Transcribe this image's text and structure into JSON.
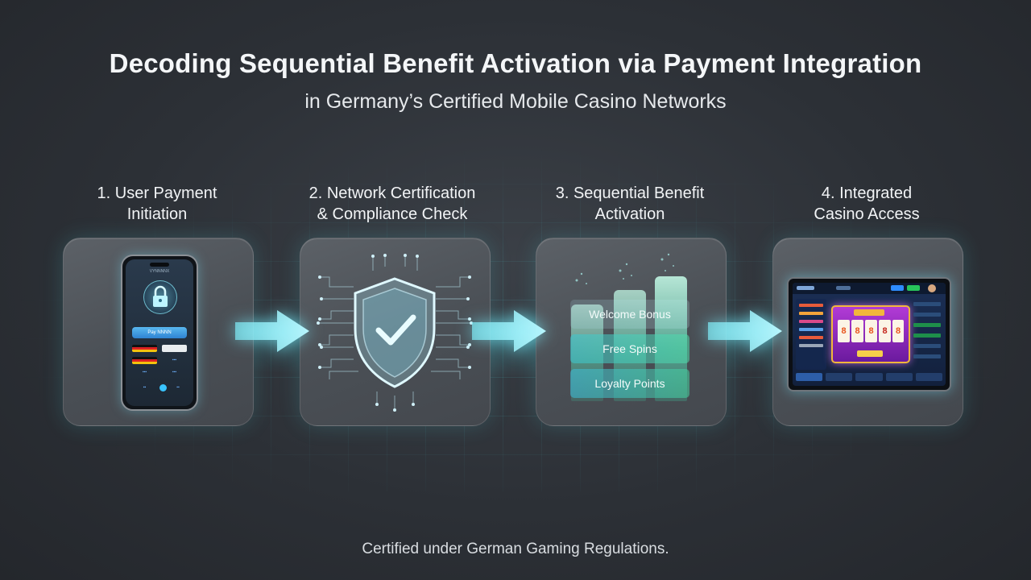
{
  "title": "Decoding Sequential Benefit Activation via Payment Integration",
  "subtitle": "in Germany’s Certified Mobile Casino Networks",
  "steps": [
    {
      "label": "1. User Payment\nInitiation"
    },
    {
      "label": "2. Network Certification\n& Compliance Check"
    },
    {
      "label": "3. Sequential Benefit\nActivation"
    },
    {
      "label": "4. Integrated\nCasino Access"
    }
  ],
  "phone": {
    "status": "VYNNNNX",
    "pay_button": "Pay NNNN"
  },
  "benefits": [
    "Welcome Bonus",
    "Free Spins",
    "Loyalty Points"
  ],
  "footer": "Certified under German Gaming Regulations.",
  "colors": {
    "accent": "#5fe3f0",
    "bar": "#5be6bf",
    "card": "#4e5359"
  },
  "icons": [
    "padlock-icon",
    "shield-check-icon",
    "arrow-right-icon",
    "slot-machine-icon"
  ]
}
